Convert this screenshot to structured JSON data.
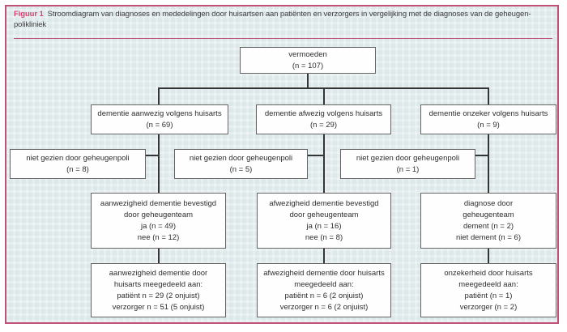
{
  "figure": {
    "label": "Figuur 1",
    "title_line1": "Stroomdiagram van diagnoses en mededelingen door huisartsen aan patiënten en verzorgers in vergelijking met de diagnoses van de geheugen-",
    "title_line2": "polikliniek"
  },
  "colors": {
    "frame_border": "#c0527a",
    "figure_label": "#dd3f6e",
    "background": "#dce8ea",
    "box_border": "#646464",
    "connector": "#353535",
    "text": "#2e2e2e"
  },
  "nodes": {
    "vermoeden": {
      "lines": [
        "vermoeden",
        "(n = 107)"
      ]
    },
    "gp_aanwezig": {
      "lines": [
        "dementie aanwezig volgens huisarts",
        "(n = 69)"
      ]
    },
    "gp_afwezig": {
      "lines": [
        "dementie afwezig volgens huisarts",
        "(n = 29)"
      ]
    },
    "gp_onzeker": {
      "lines": [
        "dementie onzeker volgens huisarts",
        "(n = 9)"
      ]
    },
    "niet_gezien_1": {
      "lines": [
        "niet gezien door geheugenpoli",
        "(n = 8)"
      ]
    },
    "niet_gezien_2": {
      "lines": [
        "niet gezien door geheugenpoli",
        "(n = 5)"
      ]
    },
    "niet_gezien_3": {
      "lines": [
        "niet gezien door geheugenpoli",
        "(n = 1)"
      ]
    },
    "bevestigd_aanwezig": {
      "lines": [
        "aanwezigheid dementie bevestigd",
        "door geheugenteam",
        "ja (n = 49)",
        "nee (n = 12)"
      ]
    },
    "bevestigd_afwezig": {
      "lines": [
        "afwezigheid dementie bevestigd",
        "door geheugenteam",
        "ja (n = 16)",
        "nee (n = 8)"
      ]
    },
    "diagnose_team": {
      "lines": [
        "diagnose door",
        "geheugenteam",
        "dement (n = 2)",
        "niet dement (n = 6)"
      ]
    },
    "meegedeeld_aanwezig": {
      "lines": [
        "aanwezigheid dementie door",
        "huisarts meegedeeld aan:",
        "patiënt n = 29 (2 onjuist)",
        "verzorger n = 51 (5 onjuist)"
      ]
    },
    "meegedeeld_afwezig": {
      "lines": [
        "afwezigheid dementie door huisarts",
        "meegedeeld aan:",
        "patiënt n = 6 (2 onjuist)",
        "verzorger n = 6 (2 onjuist)"
      ]
    },
    "meegedeeld_onzeker": {
      "lines": [
        "onzekerheid door huisarts",
        "meegedeeld aan:",
        "patiënt (n = 1)",
        "verzorger (n = 2)"
      ]
    }
  },
  "edges": [
    {
      "from": "vermoeden",
      "to": "gp_aanwezig"
    },
    {
      "from": "vermoeden",
      "to": "gp_afwezig"
    },
    {
      "from": "vermoeden",
      "to": "gp_onzeker"
    },
    {
      "from": "gp_aanwezig",
      "to": "bevestigd_aanwezig"
    },
    {
      "from": "gp_afwezig",
      "to": "bevestigd_afwezig"
    },
    {
      "from": "gp_onzeker",
      "to": "diagnose_team"
    },
    {
      "from": "niet_gezien_1",
      "to": "gp_aanwezig-branch"
    },
    {
      "from": "niet_gezien_2",
      "to": "gp_afwezig-branch"
    },
    {
      "from": "niet_gezien_3",
      "to": "gp_onzeker-branch"
    },
    {
      "from": "bevestigd_aanwezig",
      "to": "meegedeeld_aanwezig"
    },
    {
      "from": "bevestigd_afwezig",
      "to": "meegedeeld_afwezig"
    },
    {
      "from": "diagnose_team",
      "to": "meegedeeld_onzeker"
    }
  ]
}
